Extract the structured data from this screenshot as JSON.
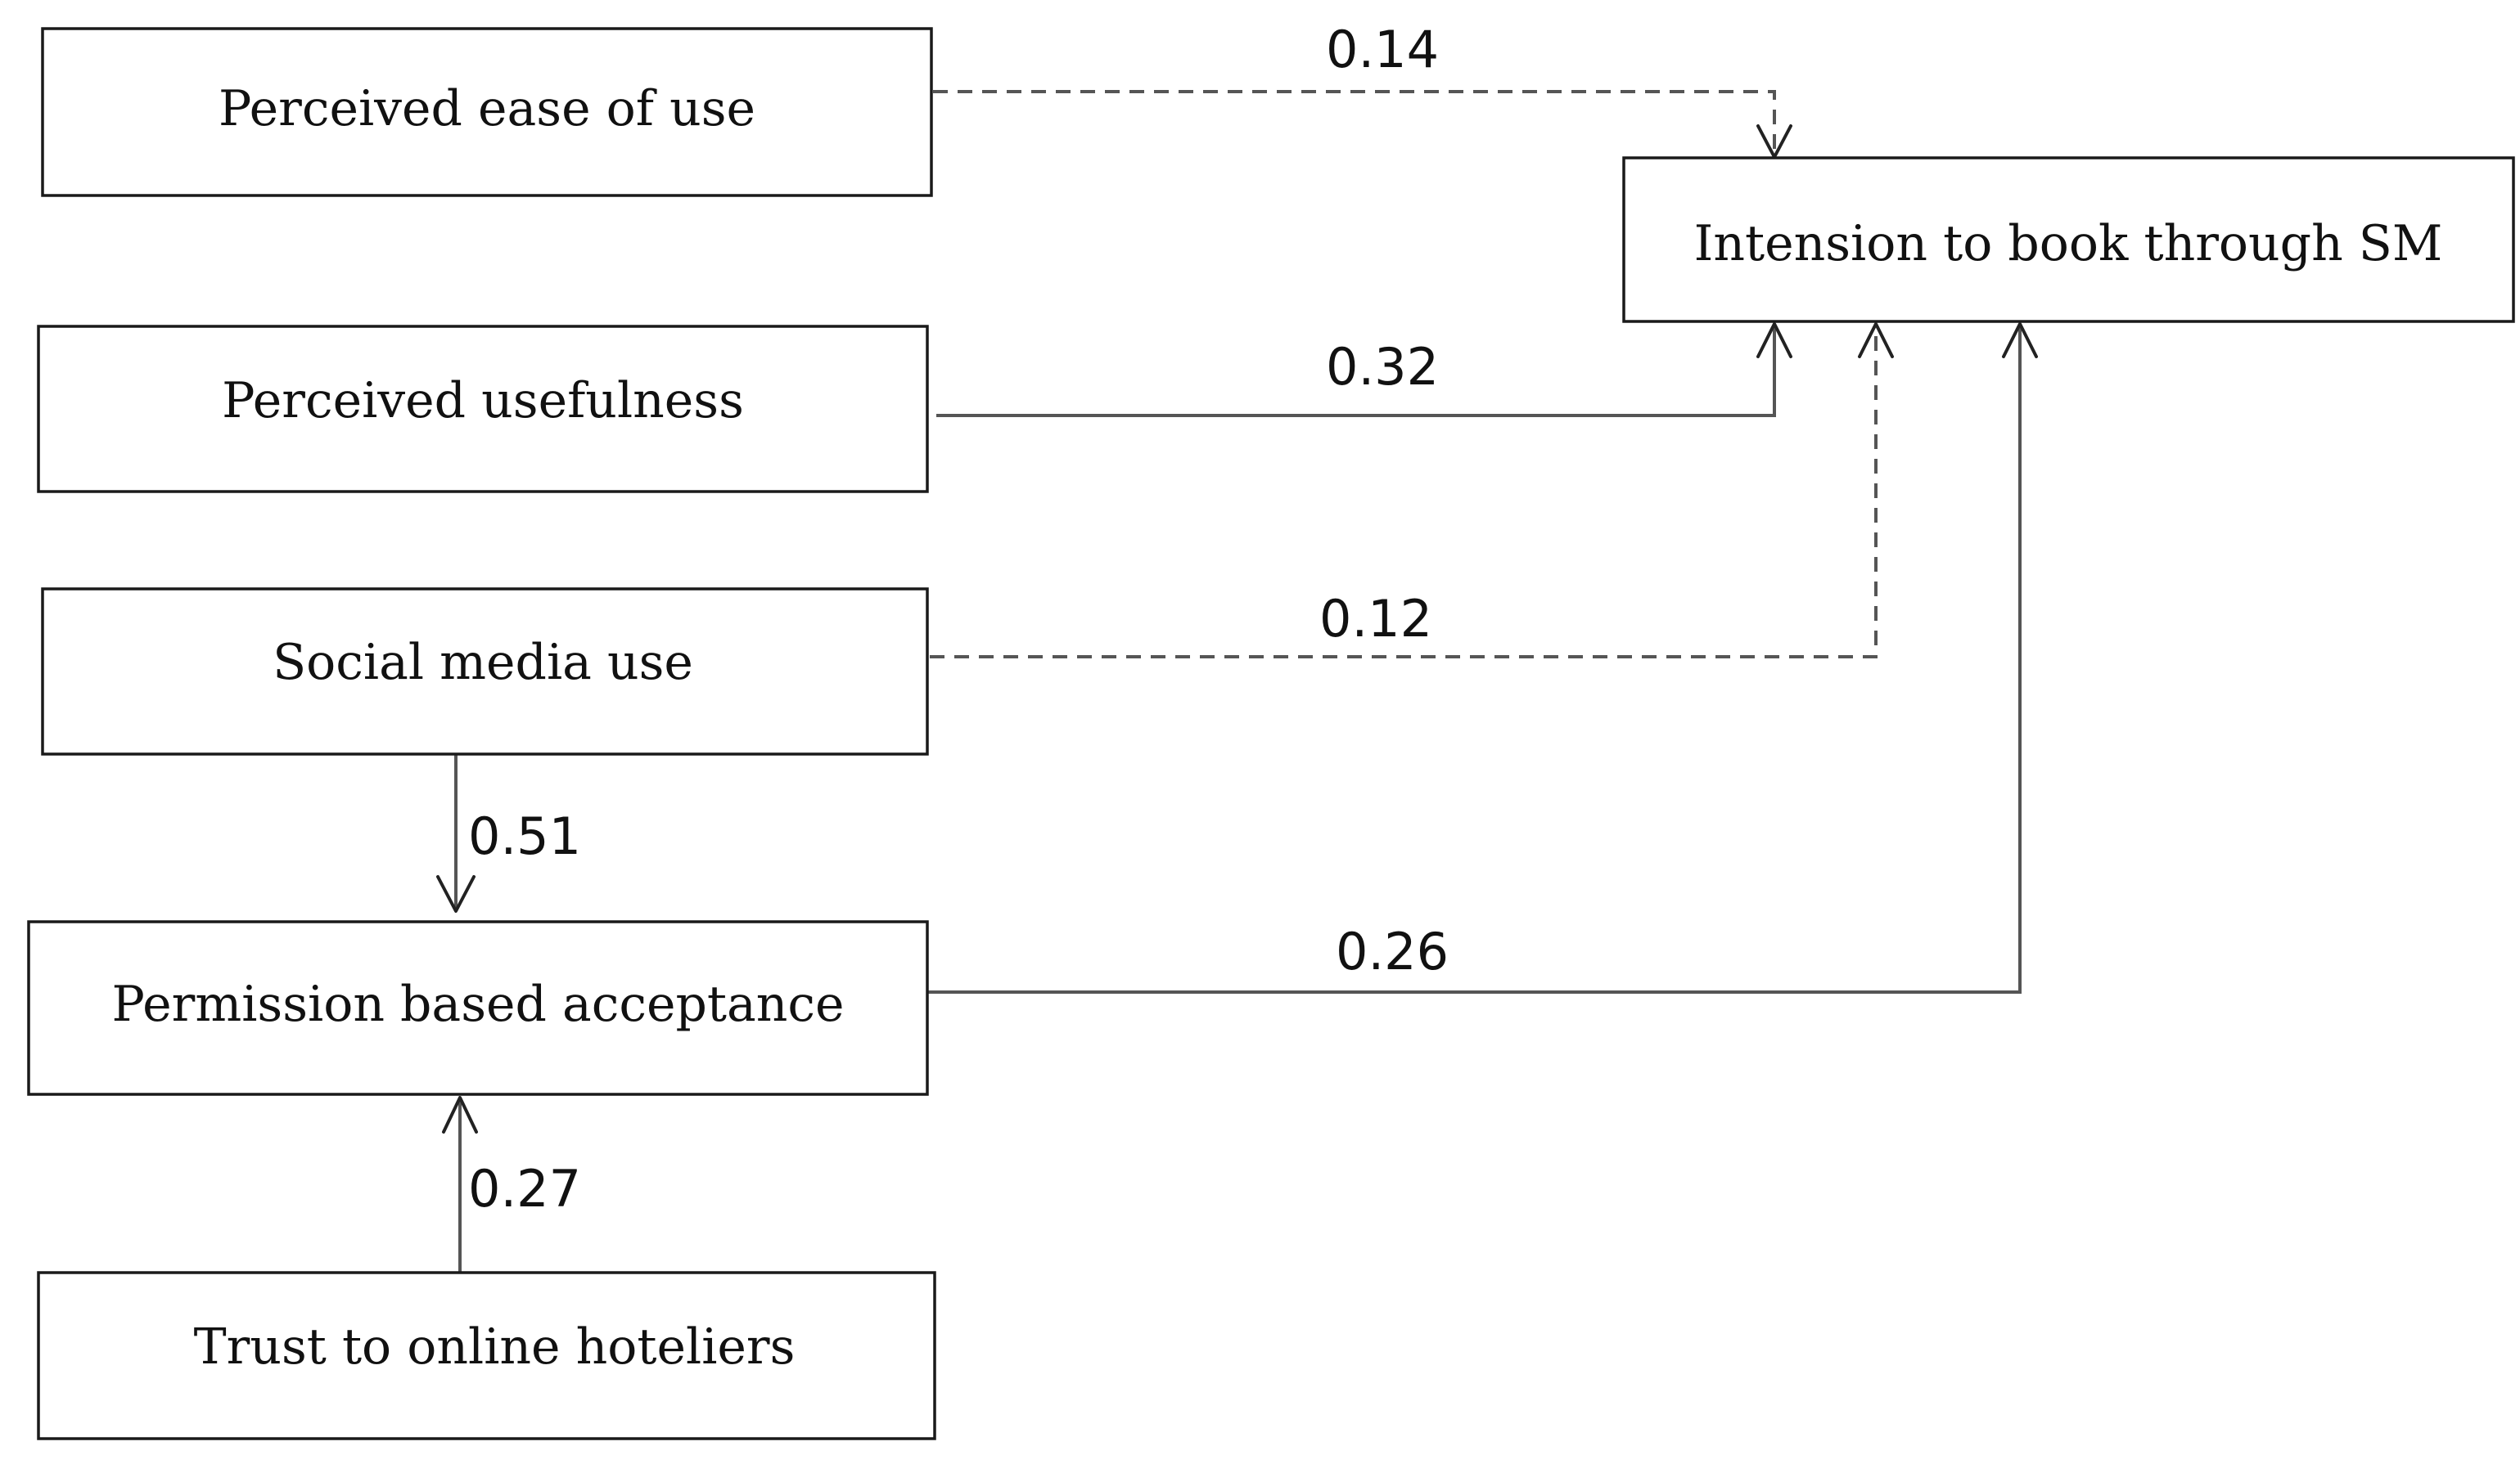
{
  "nodes": [
    {
      "id": "peou",
      "label": "Perceived ease of use"
    },
    {
      "id": "pu",
      "label": "Perceived usefulness"
    },
    {
      "id": "smu",
      "label": "Social media use"
    },
    {
      "id": "pba",
      "label": "Permission based acceptance"
    },
    {
      "id": "toh",
      "label": "Trust to online hoteliers"
    },
    {
      "id": "ib",
      "label": "Intension to book through SM"
    }
  ],
  "edges": [
    {
      "from": "peou",
      "to": "ib",
      "coefficient": "0.14",
      "style": "dashed"
    },
    {
      "from": "pu",
      "to": "ib",
      "coefficient": "0.32",
      "style": "solid"
    },
    {
      "from": "smu",
      "to": "ib",
      "coefficient": "0.12",
      "style": "dashed"
    },
    {
      "from": "smu",
      "to": "pba",
      "coefficient": "0.51",
      "style": "solid"
    },
    {
      "from": "pba",
      "to": "ib",
      "coefficient": "0.26",
      "style": "solid"
    },
    {
      "from": "toh",
      "to": "pba",
      "coefficient": "0.27",
      "style": "solid"
    }
  ]
}
